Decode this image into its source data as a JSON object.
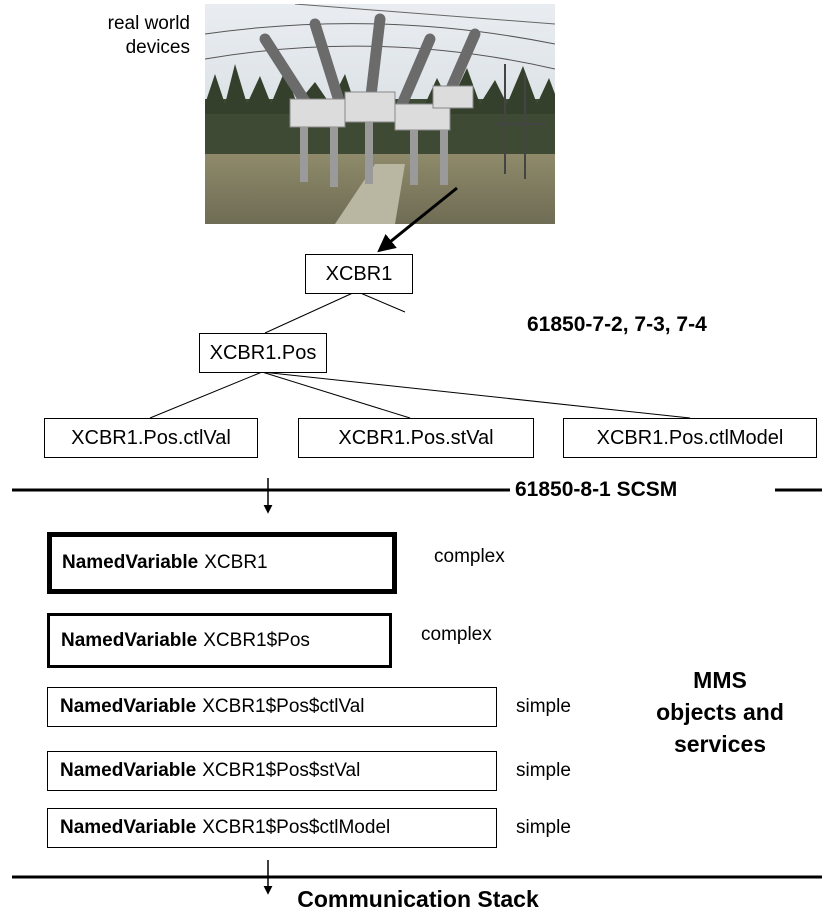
{
  "photo": {
    "label_line1": "real world",
    "label_line2": "devices"
  },
  "tree": {
    "root": "XCBR1",
    "pos": "XCBR1.Pos",
    "leaves": [
      "XCBR1.Pos.ctlVal",
      "XCBR1.Pos.stVal",
      "XCBR1.Pos.ctlModel"
    ],
    "standard": "61850-7-2, 7-3, 7-4"
  },
  "scsm_label": "61850-8-1 SCSM",
  "mms": {
    "keyword": "NamedVariable",
    "variables": [
      {
        "name": "XCBR1",
        "type": "complex"
      },
      {
        "name": "XCBR1$Pos",
        "type": "complex"
      },
      {
        "name": "XCBR1$Pos$ctlVal",
        "type": "simple"
      },
      {
        "name": "XCBR1$Pos$stVal",
        "type": "simple"
      },
      {
        "name": "XCBR1$Pos$ctlModel",
        "type": "simple"
      }
    ],
    "label_line1": "MMS",
    "label_line2": "objects and",
    "label_line3": "services"
  },
  "stack_label": "Communication Stack"
}
